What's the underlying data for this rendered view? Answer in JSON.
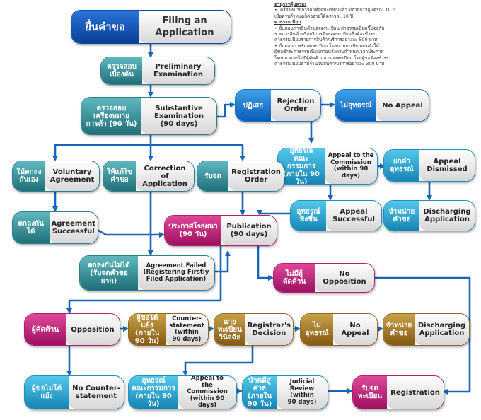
{
  "notes": {
    "h1": "อายุการคุ้มครอง",
    "p1": [
      "•   เครื่องหมายการค้าที่จดทะเบียนแล้ว มีอายุการคุ้มครอง 10 ปี",
      "    เมื่อครบกำหนดก็ต่ออายุได้คราวละ 10 ปี"
    ],
    "h2": "ค่าธรรมเนียม",
    "p2": [
      "•   ขั้นตอนการยื่นคำขอจดทะเบียน ค่าธรรมเนียมขึ้นอยู่กับ",
      "    รายการสินค้าหรือบริการที่จะจดทะเบียนซึ่งต้องชำระ",
      "    ค่าธรรมเนียมรายการสินค้า/บริการอย่างละ 500 บาท",
      "•   ขั้นตอนการรับจดทะเบียน โดยนายทะเบียนจะแจ้งให้",
      "    ผู้ขอชำระค่าธรรมเนียมภายหลังครบกำหนดเวลาประกาศ",
      "    โฆษณาและไม่มีผู้คัดค้านการจดทะเบียน โดยผู้ขอต้องชำระ",
      "    ค่าธรรมเนียมตามจำนวนสินค้า/บริการอย่างละ 300 บาท"
    ]
  },
  "nodes": {
    "filing": {
      "th": "ยื่นคำขอ",
      "en": [
        "Filing an",
        "Application"
      ]
    },
    "prelim": {
      "th": [
        "ตรวจสอบ",
        "เบื้องต้น"
      ],
      "en": [
        "Preliminary",
        "Examination"
      ]
    },
    "subst": {
      "th": [
        "ตรวจสอบ",
        "เครื่องหมาย",
        "การค้า (90 วัน)"
      ],
      "en": [
        "Substantive",
        "Examination",
        "(90 days)"
      ]
    },
    "reject": {
      "th": "ปฏิเสธ",
      "en": [
        "Rejection",
        "Order"
      ]
    },
    "noappeal1": {
      "th": "ไม่อุทธรณ์",
      "en": [
        "No Appeal"
      ]
    },
    "appeal1": {
      "th": [
        "อุทธรณ์",
        "คณะกรรมการ",
        "(ภายใน 90 วัน)"
      ],
      "en": [
        "Appeal to the",
        "Commission",
        "(within 90 days)"
      ]
    },
    "dismiss": {
      "th": [
        "ยกคำ",
        "อุทธรณ์"
      ],
      "en": [
        "Appeal",
        "Dismissed"
      ]
    },
    "voluntary": {
      "th": [
        "ให้ตกลง",
        "กันเอง"
      ],
      "en": [
        "Voluntary",
        "Agreement"
      ]
    },
    "correction": {
      "th": [
        "ให้แก้ไข",
        "คำขอ"
      ],
      "en": [
        "Correction",
        "of Application"
      ]
    },
    "regorder": {
      "th": "รับจด",
      "en": [
        "Registration",
        "Order"
      ]
    },
    "appealok": {
      "th": [
        "อุทธรณ์",
        "ฟังขึ้น"
      ],
      "en": [
        "Appeal",
        "Successful"
      ]
    },
    "discharge1": {
      "th": [
        "จำหน่าย",
        "คำขอ"
      ],
      "en": [
        "Discharging",
        "Application"
      ]
    },
    "agreeok": {
      "th": "ตกลงกันได้",
      "en": [
        "Agreement",
        "Successful"
      ]
    },
    "publication": {
      "th": [
        "ประกาศโฆษณา",
        "(90 วัน)"
      ],
      "en": [
        "Publication",
        "(90 days)"
      ]
    },
    "agreefail": {
      "th": [
        "ตกลงกันไม่ได้",
        "(รับจดคำขอแรก)"
      ],
      "en": [
        "Agreement Failed",
        "(Registering Firstly",
        "Filed Application)"
      ]
    },
    "noopp": {
      "th": "ไม่มีผู้คัดค้าน",
      "en": [
        "No Opposition"
      ]
    },
    "opposition": {
      "th": "ผู้คัดค้าน",
      "en": [
        "Opposition"
      ]
    },
    "counter": {
      "th": [
        "ผู้ขอโต้แย้ง",
        "(ภายใน",
        "90 วัน)"
      ],
      "en": [
        "Counter-",
        "statement",
        "(within",
        "90 days)"
      ]
    },
    "decision": {
      "th": [
        "นายทะเบียน",
        "วินิจฉัย"
      ],
      "en": [
        "Registrar's",
        "Decision"
      ]
    },
    "noappeal2": {
      "th": "ไม่อุทธรณ์",
      "en": [
        "No Appeal"
      ]
    },
    "discharge2": {
      "th": [
        "จำหน่าย",
        "คำขอ"
      ],
      "en": [
        "Discharging",
        "Application"
      ]
    },
    "nocounter": {
      "th": "ผู้ขอไม่โต้แย้ง",
      "en": [
        "No Counter-",
        "statement"
      ]
    },
    "appeal2": {
      "th": [
        "อุทธรณ์",
        "คณะกรรมการ",
        "(ภายใน 90 วัน)"
      ],
      "en": [
        "Appeal to",
        "the Commission",
        "(within 90 days)"
      ]
    },
    "judicial": {
      "th": [
        "นำคดีสู่ศาล",
        "(ภายใน",
        "90 วัน)"
      ],
      "en": [
        "Judicial Review",
        "(within",
        "90 days)"
      ]
    },
    "registration": {
      "th": [
        "รับจด",
        "ทะเบียน"
      ],
      "en": [
        "Registration"
      ]
    }
  },
  "colors": {
    "arrow": "#1764b8"
  }
}
